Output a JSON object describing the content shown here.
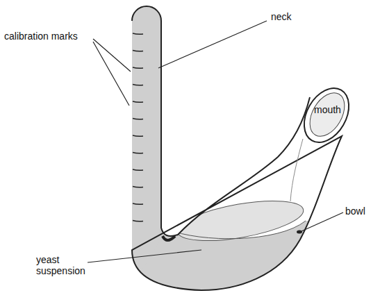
{
  "diagram": {
    "labels": [
      "neck",
      "calibration marks",
      "mouth",
      "bowl",
      "yeast suspension"
    ]
  }
}
